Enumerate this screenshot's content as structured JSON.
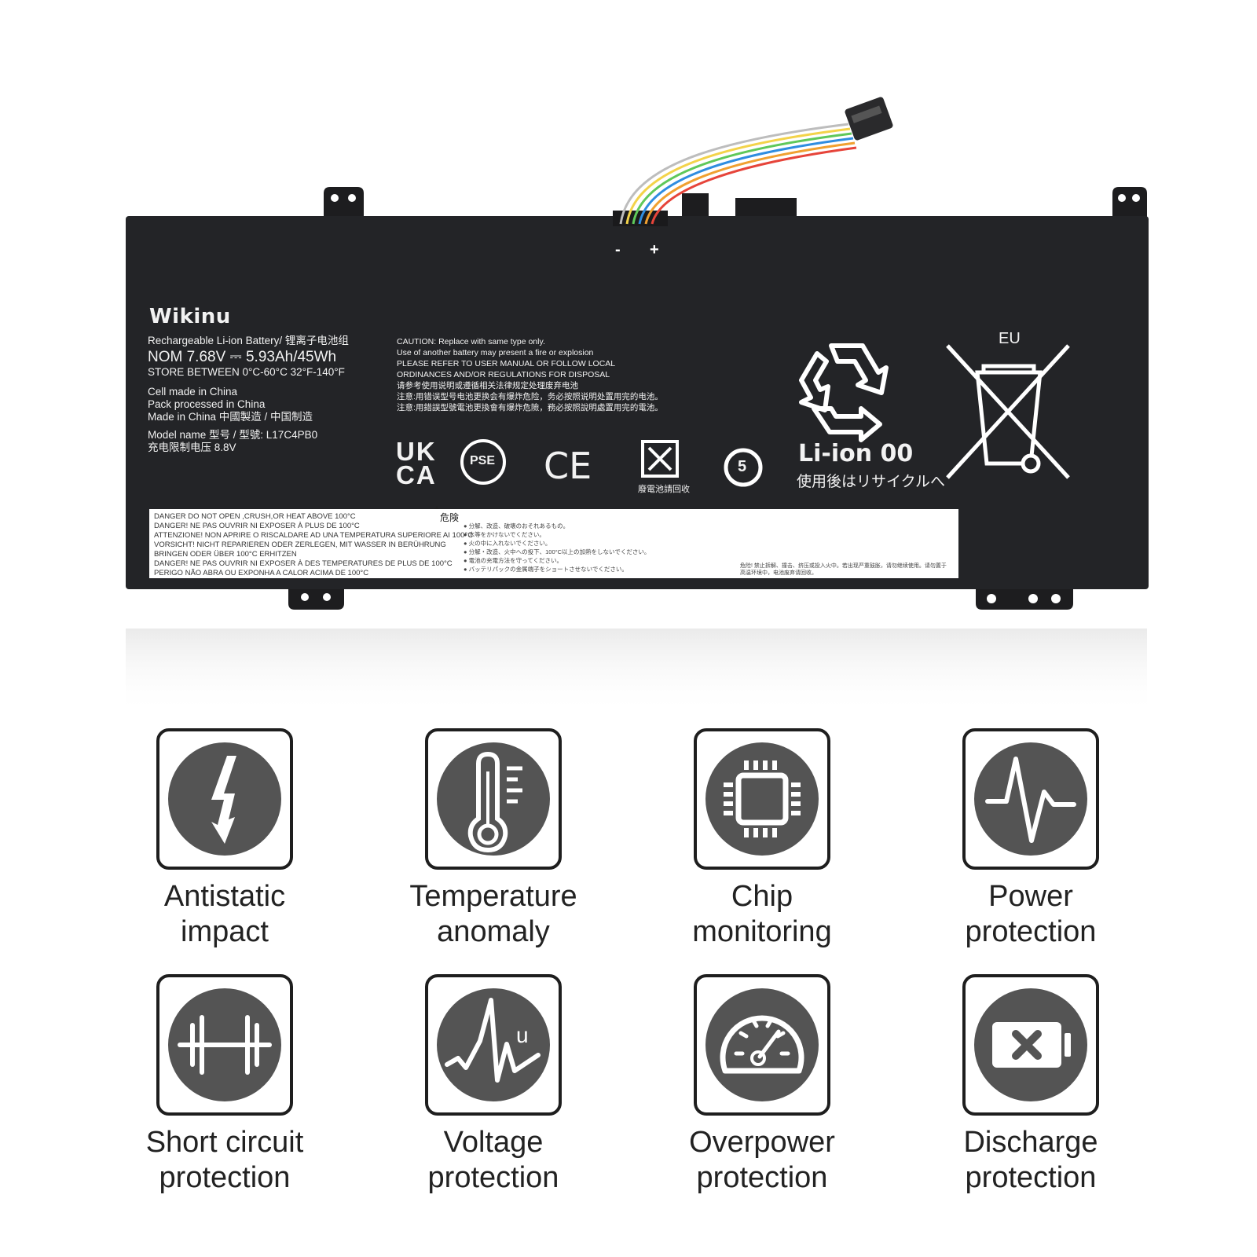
{
  "battery": {
    "brand": "Wikinu",
    "type_line": "Rechargeable Li-ion Battery/ 锂离子电池组",
    "nominal": "NOM 7.68V ⎓ 5.93Ah/45Wh",
    "store": "STORE BETWEEN 0°C-60°C 32°F-140°F",
    "origin": [
      "Cell made in China",
      "Pack processed in China",
      "Made in China 中國製造 / 中国制造"
    ],
    "model": "Model name 型号 / 型號: L17C4PB0",
    "charge_limit": "充电限制电压 8.8V",
    "caution_lines": [
      "CAUTION: Replace with same type only.",
      "Use of another battery may present a fire or explosion",
      "PLEASE REFER TO USER MANUAL OR FOLLOW LOCAL",
      "ORDINANCES AND/OR REGULATIONS FOR DISPOSAL",
      "请参考使用说明或遵循相关法律规定处理废弃电池",
      "注意:用错误型号电池更换会有爆炸危险，务必按照说明处置用完的电池。",
      "注意:用錯誤型號電池更換會有爆炸危險，務必按照說明處置用完的電池。"
    ],
    "polarity_minus": "-",
    "polarity_plus": "+",
    "ukca_top": "UK",
    "ukca_bottom": "CA",
    "pse": "PSE",
    "ce": "CE",
    "haiku_text": "廢電池請回收",
    "five": "5",
    "liion_text": "Li-ion 00",
    "liion_jp": "使用後はリサイクルへ",
    "eu_text": "EU",
    "danger_lines": [
      "DANGER   DO NOT OPEN ,CRUSH,OR HEAT ABOVE 100°C",
      "DANGER!  NE PAS OUVRIR NI EXPOSER À PLUS DE 100°C",
      "ATTENZIONE!   NON APRIRE O RISCALDARE AD UNA TEMPERATURA SUPERIORE AI 100°C",
      "VORSICHT!  NICHT REPARIEREN ODER ZERLEGEN,  MIT WASSER IN BERÜHRUNG",
      "                  BRINGEN ODER ÜBER 100°C ERHITZEN",
      "DANGER! NE PAS OUVRIR NI EXPOSER À DES TEMPERATURES DE PLUS DE 100°C",
      "PERIGO  NÃO ABRA OU EXPONHA A CALOR ACIMA DE 100°C"
    ],
    "danger_jp_title": "危険",
    "danger_jp_lines": [
      "● 分解、改造、破壊のおそれあるもの。",
      "● 水等をかけないでください。",
      "● 火の中に入れないでください。",
      "● 分解・改造、火中への投下、100°C以上の加熱をしないでください。",
      "● 電池の充電方法を守ってください。",
      "● バッテリパックの金属端子をショートさせないでください。"
    ],
    "danger_cn": "危险! 禁止拆解、撞击、挤压或投入火中。若出现严重鼓胀，请勿继续使用。请勿置于高温环境中，电池废弃请回收。"
  },
  "features": [
    {
      "icon": "lightning-icon",
      "line1": "Antistatic",
      "line2": "impact"
    },
    {
      "icon": "thermometer-icon",
      "line1": "Temperature",
      "line2": "anomaly"
    },
    {
      "icon": "chip-icon",
      "line1": "Chip",
      "line2": "monitoring"
    },
    {
      "icon": "pulse-icon",
      "line1": "Power",
      "line2": "protection"
    },
    {
      "icon": "short-circuit-icon",
      "line1": "Short circuit",
      "line2": "protection"
    },
    {
      "icon": "voltage-wave-icon",
      "line1": "Voltage",
      "line2": "protection"
    },
    {
      "icon": "speedometer-icon",
      "line1": "Overpower",
      "line2": "protection"
    },
    {
      "icon": "battery-x-icon",
      "line1": "Discharge",
      "line2": "protection"
    }
  ],
  "colors": {
    "battery_body": "#222326",
    "icon_circle": "#545454",
    "wires": [
      "#e6443a",
      "#f0a030",
      "#2f8de0",
      "#5fc85a",
      "#f3d34a",
      "#bdbdbd"
    ]
  }
}
